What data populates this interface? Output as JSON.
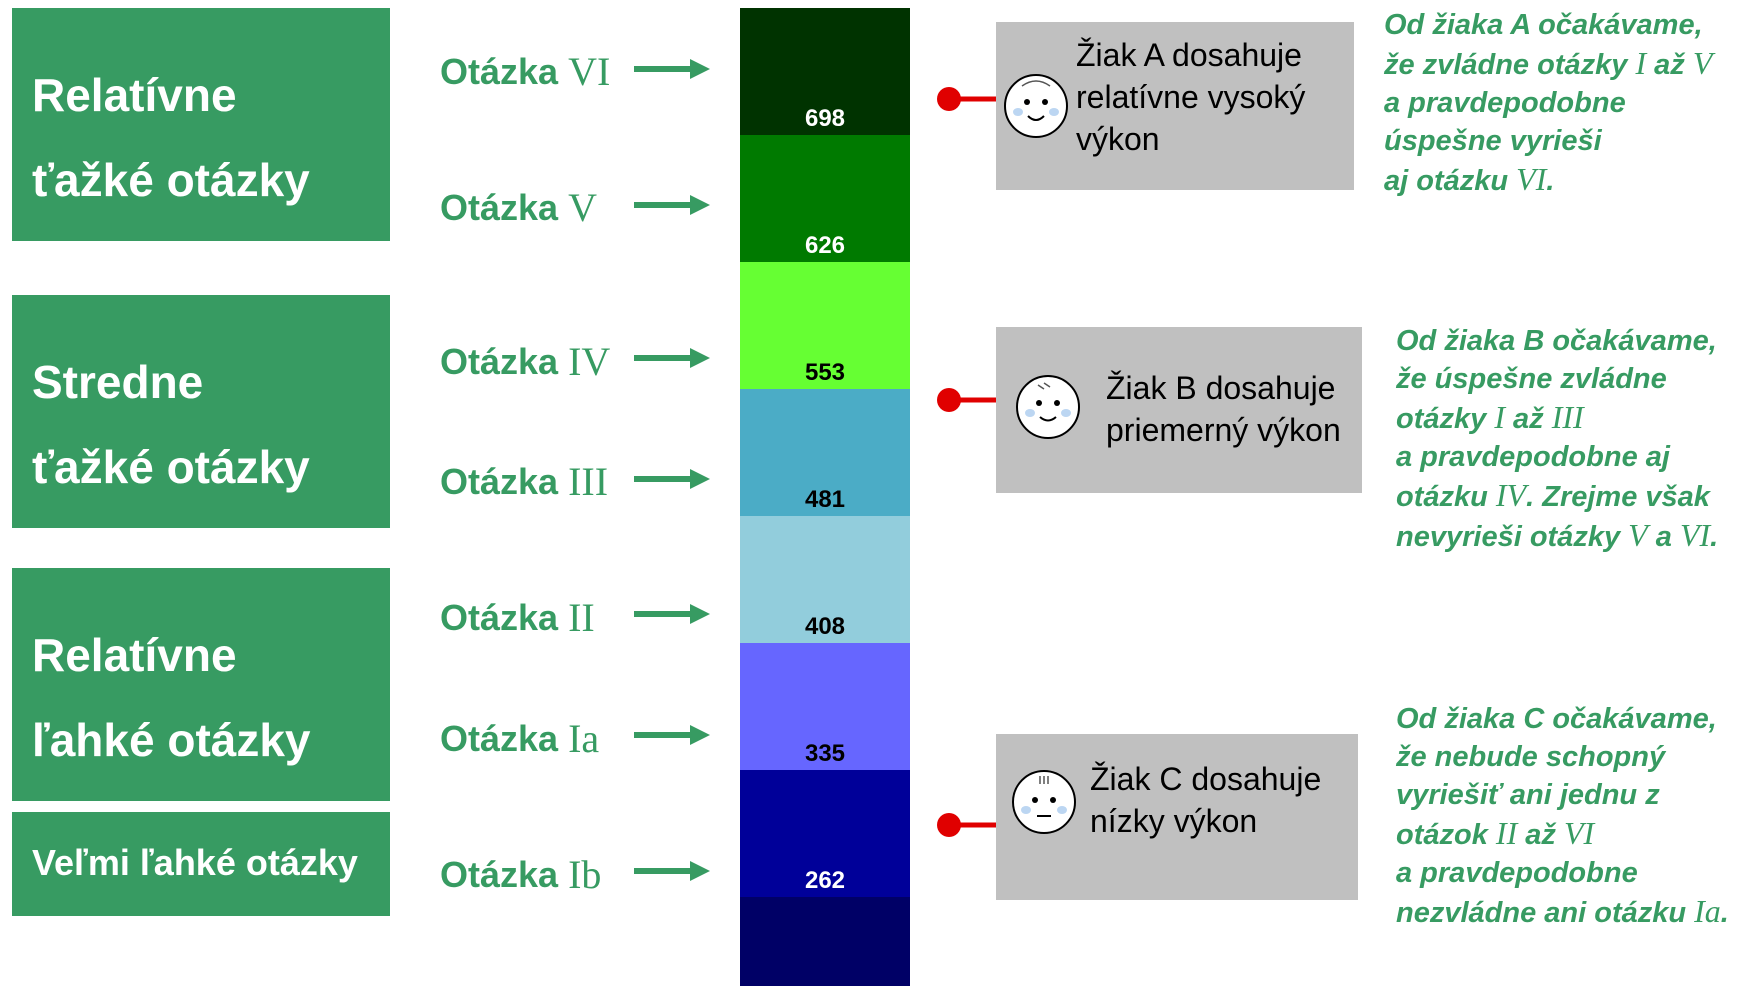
{
  "categories": {
    "hard": {
      "line1": "Relatívne",
      "line2": "ťažké otázky"
    },
    "medium": {
      "line1": "Stredne",
      "line2": "ťažké otázky"
    },
    "easy": {
      "line1": "Relatívne",
      "line2": "ľahké otázky"
    },
    "very_easy": {
      "label": "Veľmi ľahké otázky"
    }
  },
  "questions": [
    {
      "prefix": "Otázka",
      "num": "VI"
    },
    {
      "prefix": "Otázka",
      "num": "V"
    },
    {
      "prefix": "Otázka",
      "num": "IV"
    },
    {
      "prefix": "Otázka",
      "num": "III"
    },
    {
      "prefix": "Otázka",
      "num": "II"
    },
    {
      "prefix": "Otázka",
      "num": "Ia"
    },
    {
      "prefix": "Otázka",
      "num": "Ib"
    }
  ],
  "scale": {
    "bands": [
      {
        "value": "698",
        "color": "#003300"
      },
      {
        "value": "626",
        "color": "#007a00"
      },
      {
        "value": "553",
        "color": "#66ff33"
      },
      {
        "value": "481",
        "color": "#4bacc6"
      },
      {
        "value": "408",
        "color": "#92cddc"
      },
      {
        "value": "335",
        "color": "#6666ff"
      },
      {
        "value": "262",
        "color": "#000099"
      },
      {
        "value": "",
        "color": "#000066"
      }
    ]
  },
  "students": {
    "a": {
      "line1": "Žiak A dosahuje",
      "line2": "relatívne vysoký",
      "line3": "výkon"
    },
    "b": {
      "line1": "Žiak B dosahuje",
      "line2": "priemerný výkon"
    },
    "c": {
      "line1": "Žiak C dosahuje",
      "line2": "nízky výkon"
    }
  },
  "notes": {
    "a": {
      "l1": "Od žiaka A očakávame,",
      "l2a": "že zvládne otázky ",
      "l2n1": "I",
      "l2b": " až ",
      "l2n2": "V",
      "l3": "a pravdepodobne",
      "l4": "úspešne vyrieši",
      "l5a": "aj otázku ",
      "l5n": "VI",
      "l5b": "."
    },
    "b": {
      "l1": "Od žiaka B očakávame,",
      "l2": "že úspešne zvládne",
      "l3a": "otázky ",
      "l3n1": "I",
      "l3b": " až ",
      "l3n2": "III",
      "l4": "a pravdepodobne aj",
      "l5a": "otázku ",
      "l5n": "IV",
      "l5b": ". Zrejme však",
      "l6a": "nevyrieši otázky ",
      "l6n1": "V",
      "l6b": " a ",
      "l6n2": "VI",
      "l6c": "."
    },
    "c": {
      "l1": "Od žiaka C očakávame,",
      "l2": "že nebude schopný",
      "l3": "vyriešiť ani jednu z",
      "l4a": "otázok ",
      "l4n1": "II",
      "l4b": " až ",
      "l4n2": "VI",
      "l5": "a pravdepodobne",
      "l6a": "nezvládne ani otázku ",
      "l6n": "Ia",
      "l6b": "."
    }
  },
  "colors": {
    "accent": "#379b62",
    "box": "#c0c0c0",
    "pin": "#e00000"
  }
}
